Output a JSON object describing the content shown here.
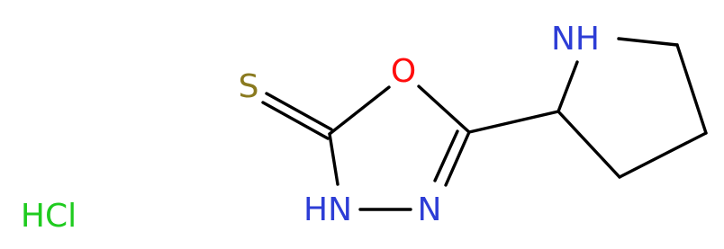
{
  "molecule": {
    "atom_labels": {
      "sulfur": "S",
      "oxygen": "O",
      "nh_ring": "HN",
      "n_ring": "N",
      "nh_pyrrolidine": "NH"
    },
    "salt_label": "HCl",
    "colors": {
      "bond": "#000000",
      "sulfur": "#8a7a1f",
      "oxygen": "#ff0d0d",
      "nitrogen": "#2d3dd6",
      "chlorine": "#1fcb1f",
      "background": "#ffffff"
    }
  }
}
